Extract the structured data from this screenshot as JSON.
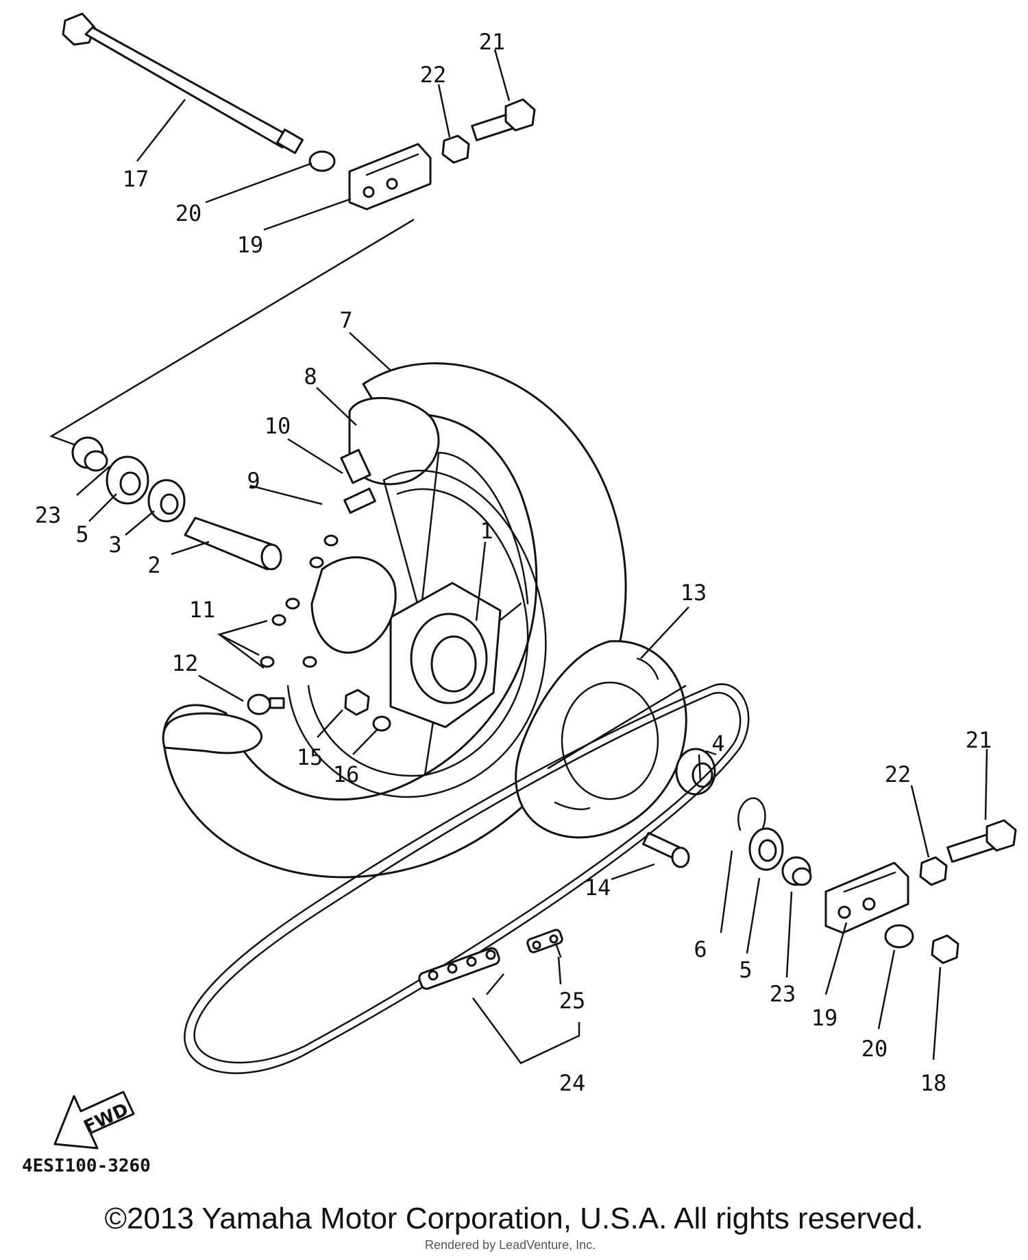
{
  "diagram": {
    "callouts": [
      "1",
      "2",
      "3",
      "4",
      "5",
      "6",
      "7",
      "8",
      "9",
      "10",
      "11",
      "12",
      "13",
      "14",
      "15",
      "16",
      "17",
      "18",
      "19",
      "20",
      "21",
      "22",
      "23",
      "24",
      "25"
    ],
    "duplicate_callouts": {
      "n5b": "5",
      "n19b": "19",
      "n20b": "20",
      "n21b": "21",
      "n22b": "22",
      "n23b": "23"
    },
    "fwd_label": "FWD",
    "code": "4ESI100-3260",
    "copyright": "©2013 Yamaha Motor Corporation, U.S.A. All rights reserved.",
    "watermark_bottom": "Rendered by LeadVenture, Inc."
  }
}
